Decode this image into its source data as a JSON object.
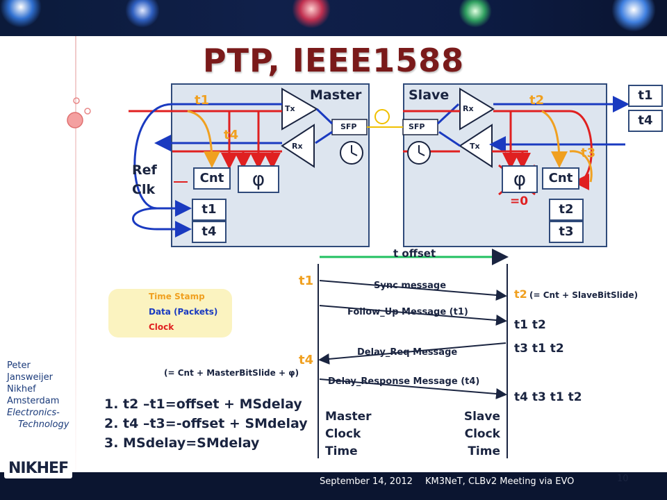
{
  "title": "PTP, IEEE1588",
  "master": {
    "label": "Master",
    "tx": "Tx",
    "rx": "Rx",
    "sfp": "SFP",
    "cnt": "Cnt",
    "phi": "φ",
    "t1": "t1",
    "t4": "t4",
    "reg1": "t1",
    "reg2": "t4",
    "refclk1": "Ref",
    "refclk2": "Clk"
  },
  "slave": {
    "label": "Slave",
    "tx": "Tx",
    "rx": "Rx",
    "sfp": "SFP",
    "cnt": "Cnt",
    "phi": "φ",
    "zero": "=0",
    "t2": "t2",
    "t3": "t3",
    "reg1": "t2",
    "reg2": "t3",
    "out1": "t1",
    "out2": "t4"
  },
  "timing": {
    "offset_label": "t offset",
    "left_t1": "t1",
    "left_t4": "t4",
    "sync": "Sync message",
    "followup": "Follow_Up Message (t1)",
    "delay_req": "Delay_Req Message",
    "delay_resp": "Delay_Response Message (t4)",
    "right1a": "t2",
    "right1b": "(= Cnt + SlaveBitSlide)",
    "right2": "t1 t2",
    "right3": "t3 t1 t2",
    "right4": "t4 t3 t1 t2",
    "master_note": "(= Cnt + MasterBitSlide + φ)",
    "master_clock": [
      "Master",
      "Clock",
      "Time"
    ],
    "slave_clock": [
      "Slave",
      "Clock",
      "Time"
    ]
  },
  "legend": {
    "items": [
      {
        "label": "Time Stamp",
        "color": "#f0a020"
      },
      {
        "label": "Data (Packets)",
        "color": "#1a3ac0"
      },
      {
        "label": "Clock",
        "color": "#e02020"
      }
    ]
  },
  "equations": [
    "1.  t2 –t1=offset + MSdelay",
    "2.  t4 –t3=-offset + SMdelay",
    "3.  MSdelay=SMdelay"
  ],
  "sidebar": {
    "lines": [
      "Peter",
      "Jansweijer",
      "Nikhef",
      "Amsterdam",
      "Electronics-",
      "Technology"
    ]
  },
  "logo": "NIKHEF",
  "footer": {
    "date": "September 14, 2012",
    "event": "KM3NeT, CLBv2 Meeting via EVO",
    "page": "10"
  },
  "colors": {
    "title": "#7a1a1a",
    "timestamp": "#f0a020",
    "data": "#1a3ac0",
    "clock": "#e02020",
    "box_bg": "#dde5ef"
  }
}
